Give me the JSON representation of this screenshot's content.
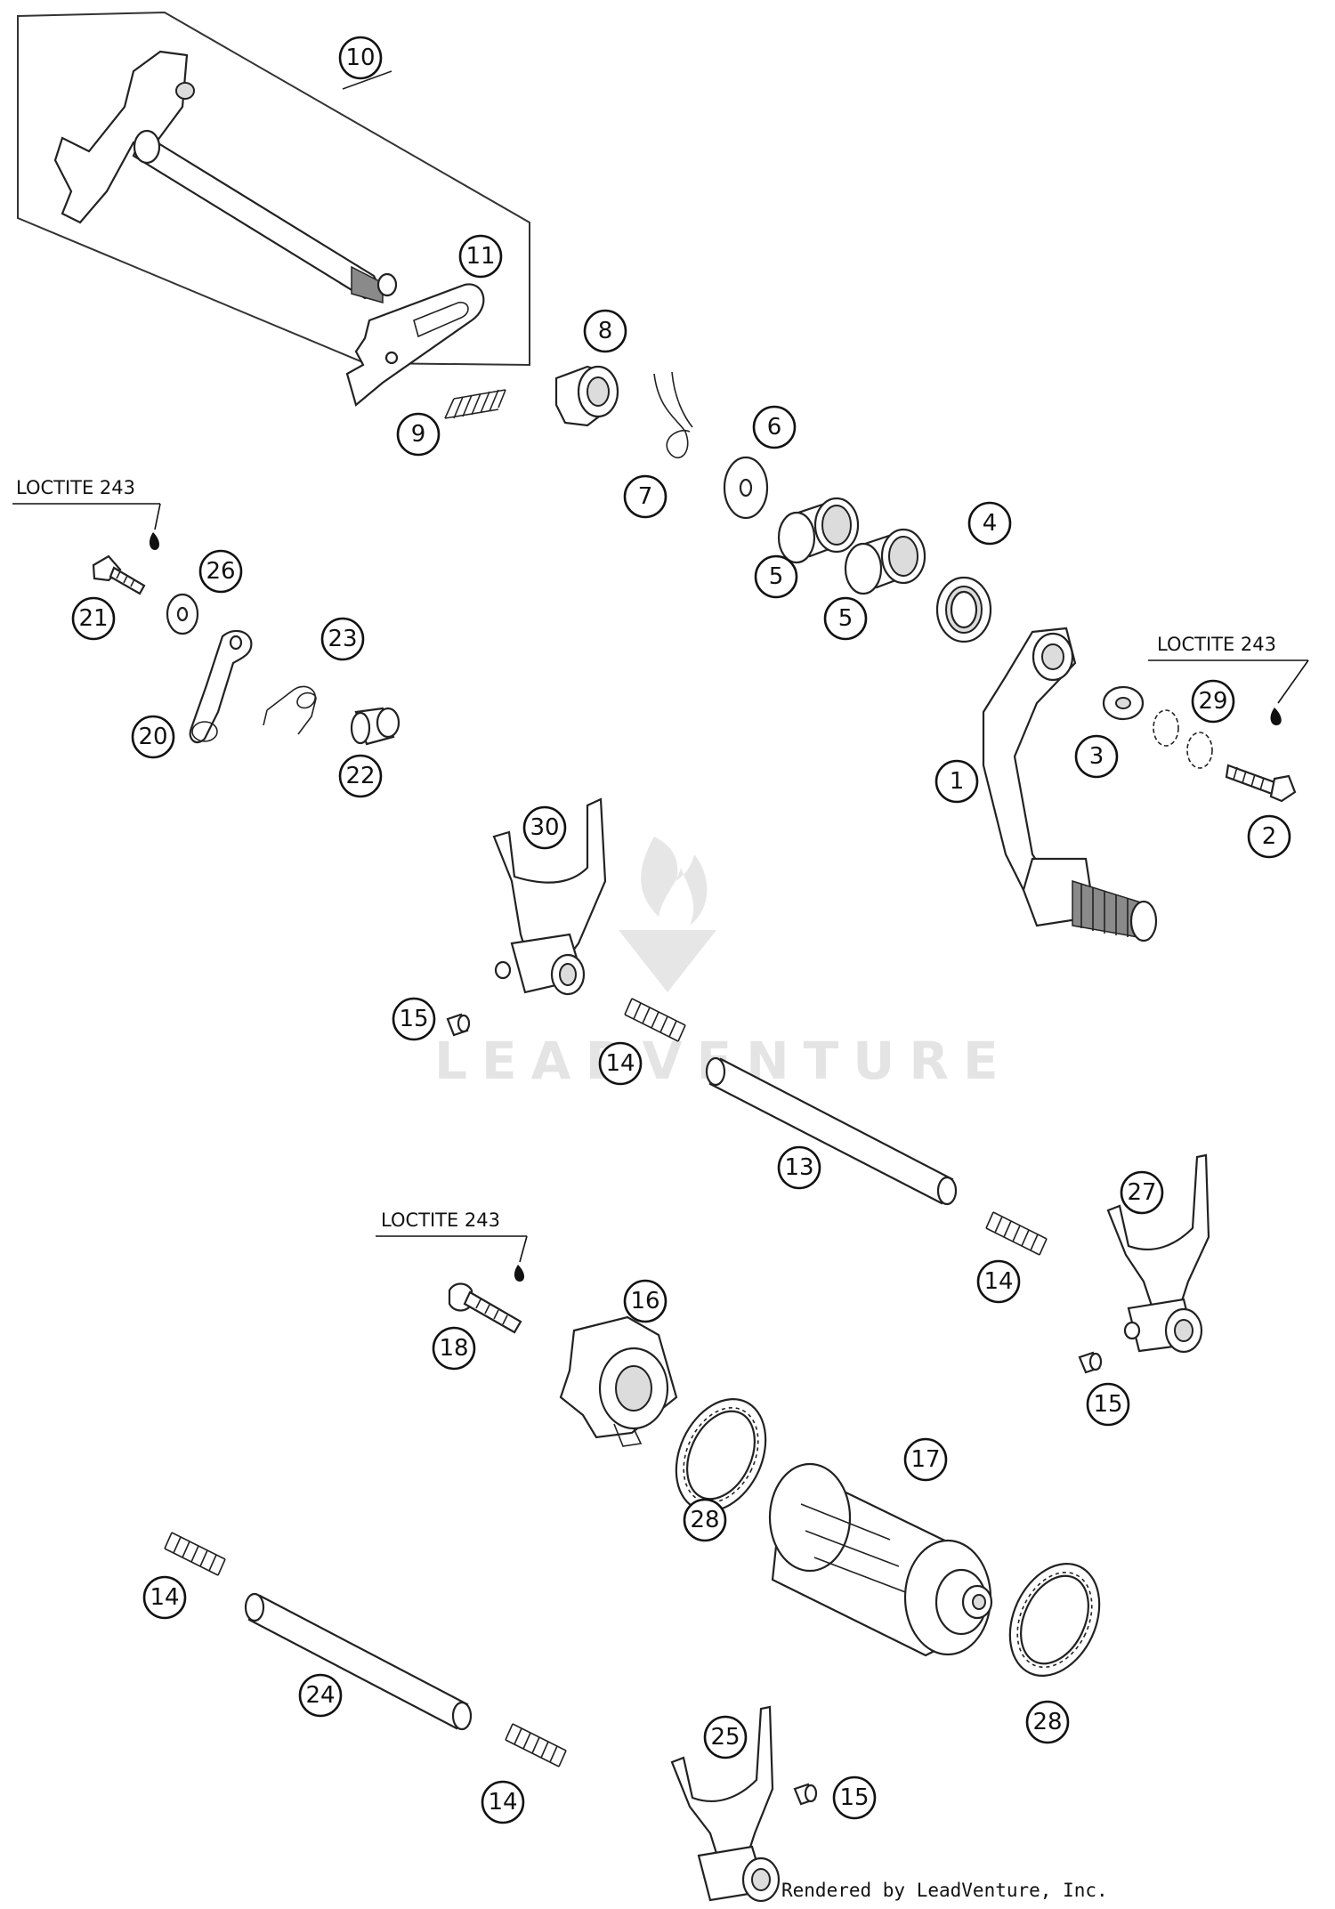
{
  "watermark": "LEADVENTURE",
  "credit": "Rendered by LeadVenture, Inc.",
  "loctite_label": "LOCTITE 243",
  "callouts": [
    "1",
    "2",
    "3",
    "4",
    "5",
    "5",
    "6",
    "7",
    "8",
    "9",
    "10",
    "11",
    "13",
    "14",
    "14",
    "14",
    "14",
    "15",
    "15",
    "15",
    "16",
    "17",
    "18",
    "20",
    "21",
    "22",
    "23",
    "24",
    "25",
    "26",
    "27",
    "28",
    "28",
    "29",
    "30"
  ]
}
